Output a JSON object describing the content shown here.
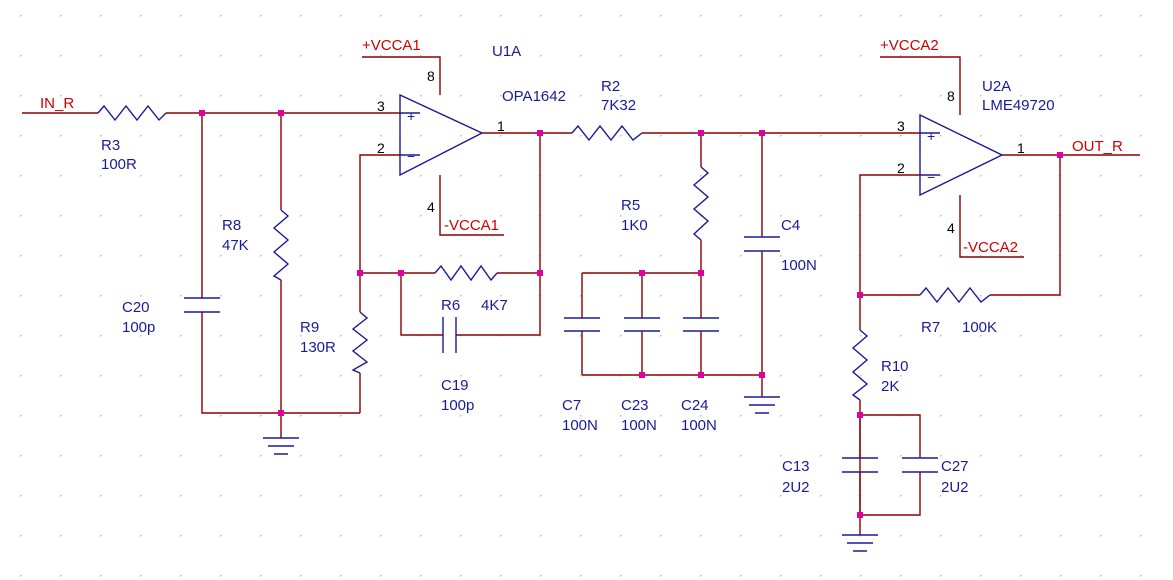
{
  "nets": {
    "in": "IN_R",
    "out": "OUT_R",
    "vcca1_pos": "+VCCA1",
    "vcca1_neg": "-VCCA1",
    "vcca2_pos": "+VCCA2",
    "vcca2_neg": "-VCCA2"
  },
  "u1": {
    "ref": "U1A",
    "part": "OPA1642",
    "pin_in_pos": "3",
    "pin_in_neg": "2",
    "pin_out": "1",
    "pin_vpos": "8",
    "pin_vneg": "4"
  },
  "u2": {
    "ref": "U2A",
    "part": "LME49720",
    "pin_in_pos": "3",
    "pin_in_neg": "2",
    "pin_out": "1",
    "pin_vpos": "8",
    "pin_vneg": "4"
  },
  "opamp_symbols": {
    "plus": "+",
    "minus": "−"
  },
  "resistors": {
    "r3": {
      "ref": "R3",
      "value": "100R"
    },
    "r8": {
      "ref": "R8",
      "value": "47K"
    },
    "r9": {
      "ref": "R9",
      "value": "130R"
    },
    "r6": {
      "ref": "R6",
      "value": "4K7"
    },
    "r2": {
      "ref": "R2",
      "value": "7K32"
    },
    "r5": {
      "ref": "R5",
      "value": "1K0"
    },
    "r7": {
      "ref": "R7",
      "value": "100K"
    },
    "r10": {
      "ref": "R10",
      "value": "2K"
    }
  },
  "capacitors": {
    "c20": {
      "ref": "C20",
      "value": "100p"
    },
    "c19": {
      "ref": "C19",
      "value": "100p"
    },
    "c4": {
      "ref": "C4",
      "value": "100N"
    },
    "c7": {
      "ref": "C7",
      "value": "100N"
    },
    "c23": {
      "ref": "C23",
      "value": "100N"
    },
    "c24": {
      "ref": "C24",
      "value": "100N"
    },
    "c13": {
      "ref": "C13",
      "value": "2U2"
    },
    "c27": {
      "ref": "C27",
      "value": "2U2"
    }
  },
  "colors": {
    "wire": "#8a0000",
    "component": "#1a1a99",
    "net_label": "#cc0000",
    "junction": "#e0009f",
    "grid_dots": "#bdbdbd"
  }
}
